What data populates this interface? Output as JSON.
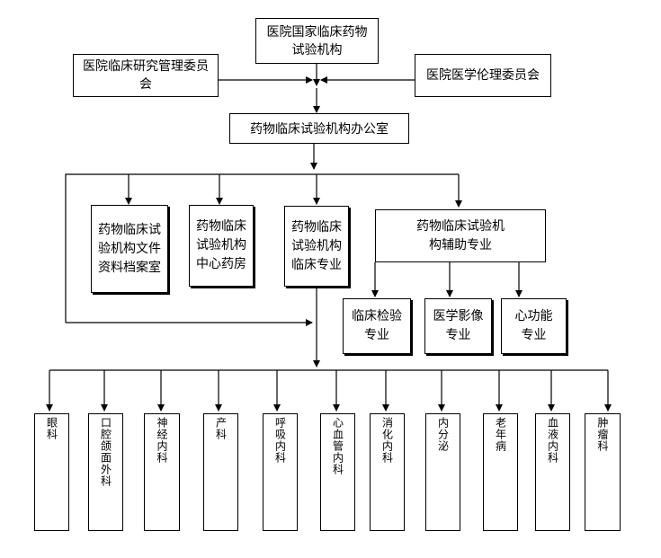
{
  "top": {
    "institution": "医院国家临床药物试验机构",
    "research_committee": "医院临床研究管理委员会",
    "ethics_committee": "医院医学伦理委员会"
  },
  "office": {
    "label": "药物临床试验机构办公室"
  },
  "units": {
    "archive": "药物临床试验机构文件资料档案室",
    "pharmacy": "药物临床试验机构中心药房",
    "clinical": "药物临床试验机构临床专业",
    "auxiliary": "药物临床试验机构辅助专业"
  },
  "auxiliary_specialties": [
    "临床检验专业",
    "医学影像专业",
    "心功能专业"
  ],
  "departments": [
    "眼科",
    "口腔颌面外科",
    "神经内科",
    "产科",
    "呼吸内科",
    "心血管内科",
    "消化内科",
    "内分泌",
    "老年病",
    "血液内科",
    "肿瘤科"
  ]
}
